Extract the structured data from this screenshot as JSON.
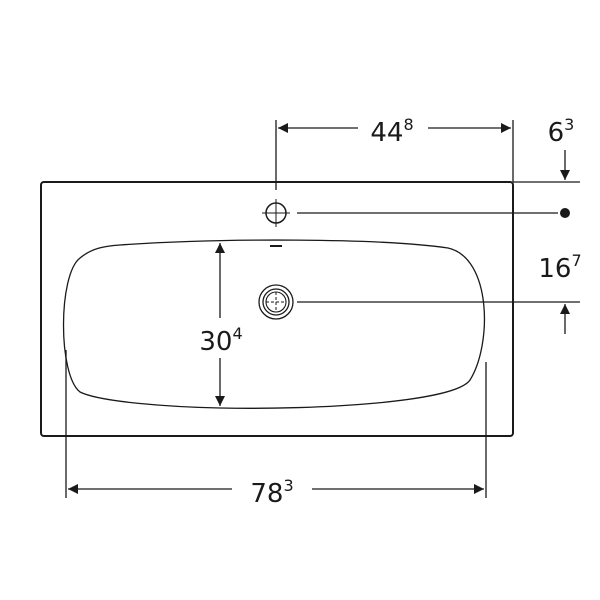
{
  "dimensions": {
    "overall_width": {
      "main": "78",
      "sup": "3"
    },
    "tap_hole_offset": {
      "main": "44",
      "sup": "8"
    },
    "edge_to_tap_axis": {
      "main": "6",
      "sup": "3"
    },
    "tap_to_drain_axis": {
      "main": "16",
      "sup": "7"
    },
    "bowl_depth": {
      "main": "30",
      "sup": "4"
    }
  }
}
